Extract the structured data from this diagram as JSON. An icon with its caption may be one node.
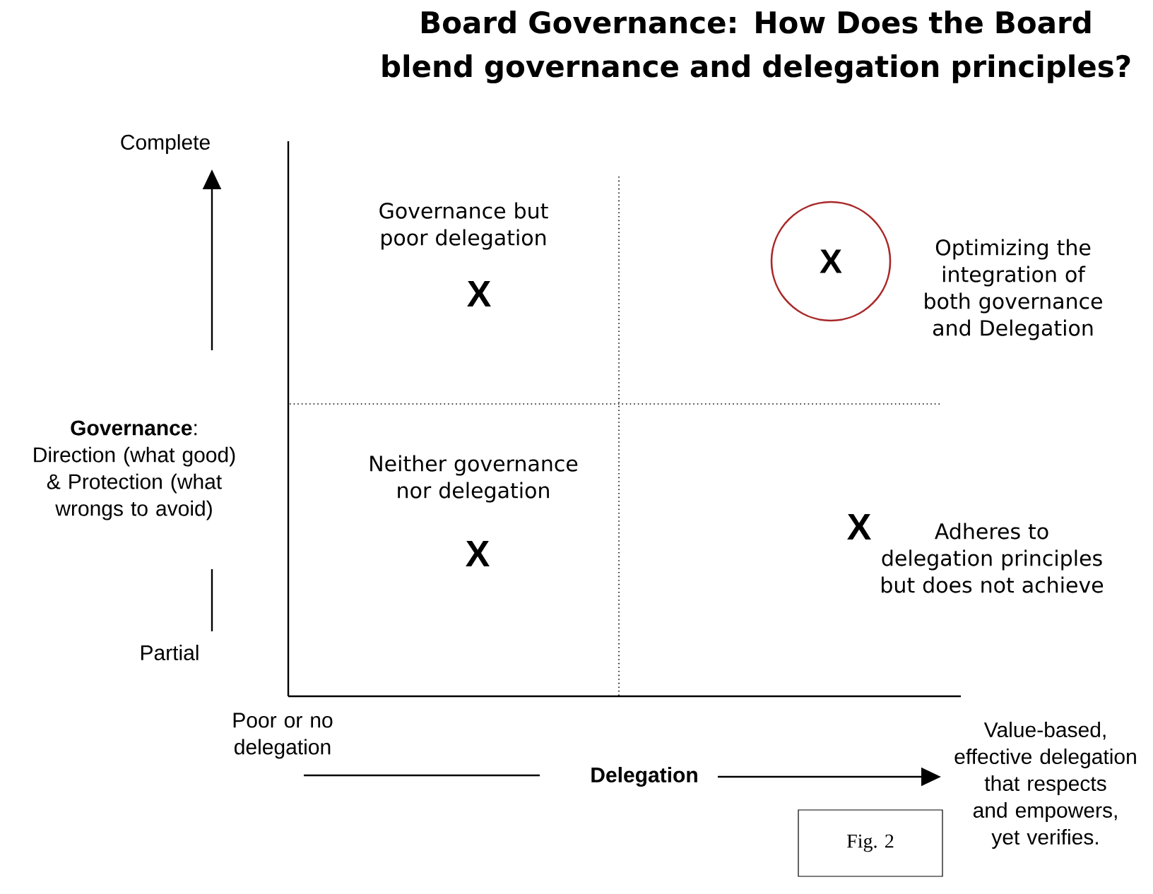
{
  "diagram": {
    "title": "Board Governance: How Does the Board blend governance and delegation principles?",
    "nodes": [
      {
        "text": [
          "X"
        ]
      },
      {
        "text": [
          "Fig. 2"
        ]
      }
    ],
    "labels": [
      "Complete",
      "Governance but poor delegation",
      "X",
      "Optimizing the integration of both governance and Delegation",
      "**Governance**: Direction (what good) & Protection (what wrongs to avoid)",
      "Neither governance nor delegation",
      "X",
      "X",
      "Adheres to delegation principles but does not achieve",
      "Partial",
      "Poor or no delegation",
      "Delegation",
      "Value-based, effective delegation that respects and empowers, yet verifies."
    ]
  }
}
